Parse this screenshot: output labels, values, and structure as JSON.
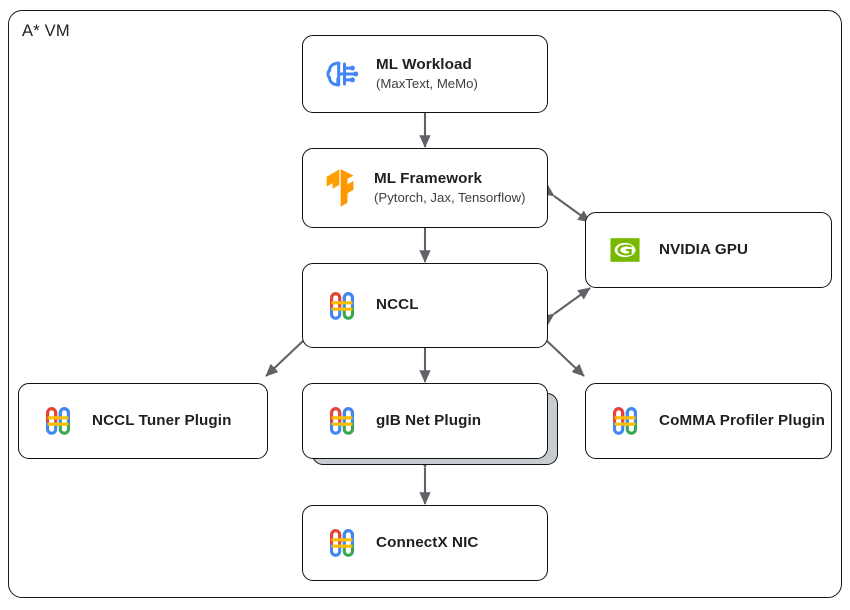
{
  "diagram": {
    "container_label": "A* VM",
    "nodes": [
      {
        "id": "ml-workload",
        "title": "ML Workload",
        "subtitle": "(MaxText, MeMo)",
        "icon": "ml-brain-circuit-icon"
      },
      {
        "id": "ml-framework",
        "title": "ML Framework",
        "subtitle": "(Pytorch, Jax, Tensorflow)",
        "icon": "tensorflow-icon"
      },
      {
        "id": "nccl",
        "title": "NCCL",
        "subtitle": "",
        "icon": "nccl-interlock-icon"
      },
      {
        "id": "nvidia-gpu",
        "title": "NVIDIA GPU",
        "subtitle": "",
        "icon": "nvidia-eye-icon"
      },
      {
        "id": "nccl-tuner-plugin",
        "title": "NCCL Tuner Plugin",
        "subtitle": "",
        "icon": "nccl-interlock-icon"
      },
      {
        "id": "gib-net-plugin",
        "title": "gIB Net Plugin",
        "subtitle": "",
        "icon": "nccl-interlock-icon"
      },
      {
        "id": "comma-profiler-plugin",
        "title": "CoMMA Profiler Plugin",
        "subtitle": "",
        "icon": "nccl-interlock-icon"
      },
      {
        "id": "connectx-nic",
        "title": "ConnectX NIC",
        "subtitle": "",
        "icon": "nccl-interlock-icon"
      }
    ],
    "connections": [
      {
        "from": "ml-workload",
        "to": "ml-framework",
        "style": "double-arrow-vertical"
      },
      {
        "from": "ml-framework",
        "to": "nccl",
        "style": "double-arrow-vertical"
      },
      {
        "from": "ml-framework",
        "to": "nvidia-gpu",
        "style": "double-arrow-diagonal"
      },
      {
        "from": "nccl",
        "to": "nvidia-gpu",
        "style": "double-arrow-diagonal"
      },
      {
        "from": "nccl",
        "to": "nccl-tuner-plugin",
        "style": "double-arrow-diagonal"
      },
      {
        "from": "nccl",
        "to": "gib-net-plugin",
        "style": "double-arrow-vertical"
      },
      {
        "from": "nccl",
        "to": "comma-profiler-plugin",
        "style": "double-arrow-diagonal"
      },
      {
        "from": "gib-net-plugin",
        "to": "connectx-nic",
        "style": "double-arrow-vertical"
      }
    ],
    "colors": {
      "border": "#111111",
      "arrow": "#5f6368",
      "google_red": "#EA4335",
      "google_blue": "#4285F4",
      "google_yellow": "#FBBC04",
      "google_green": "#34A853",
      "nvidia_green": "#76B900",
      "ml_blue": "#4285F4",
      "tf_orange": "#FF9A00",
      "stack_shadow": "#c8ccd0"
    }
  }
}
